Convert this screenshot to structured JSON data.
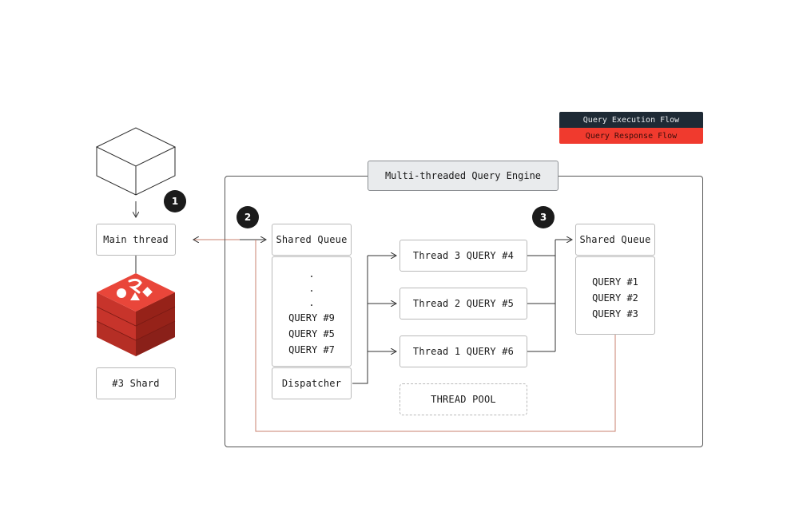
{
  "legend": {
    "execution_label": "Query Execution Flow",
    "response_label": "Query Response Flow",
    "execution_color": "#1e2a35",
    "response_color": "#f03a2e"
  },
  "engine": {
    "title": "Multi-threaded Query Engine"
  },
  "steps": {
    "one": "1",
    "two": "2",
    "three": "3"
  },
  "main_thread": "Main thread",
  "shard_label": "#3 Shard",
  "incoming_queue": {
    "title": "Shared Queue",
    "dots": [
      ".",
      ".",
      "."
    ],
    "items": [
      "QUERY #9",
      "QUERY #5",
      "QUERY #7"
    ]
  },
  "dispatcher": "Dispatcher",
  "threads": [
    "Thread 3 QUERY #4",
    "Thread 2 QUERY #5",
    "Thread 1 QUERY #6"
  ],
  "thread_pool": "THREAD POOL",
  "outgoing_queue": {
    "title": "Shared Queue",
    "items": [
      "QUERY #1",
      "QUERY #2",
      "QUERY #3"
    ]
  },
  "colors": {
    "response_line": "#c9826f",
    "flow_line": "#333333",
    "db_top": "#e9463a",
    "db_side": "#a32820",
    "db_front": "#c7342b"
  }
}
